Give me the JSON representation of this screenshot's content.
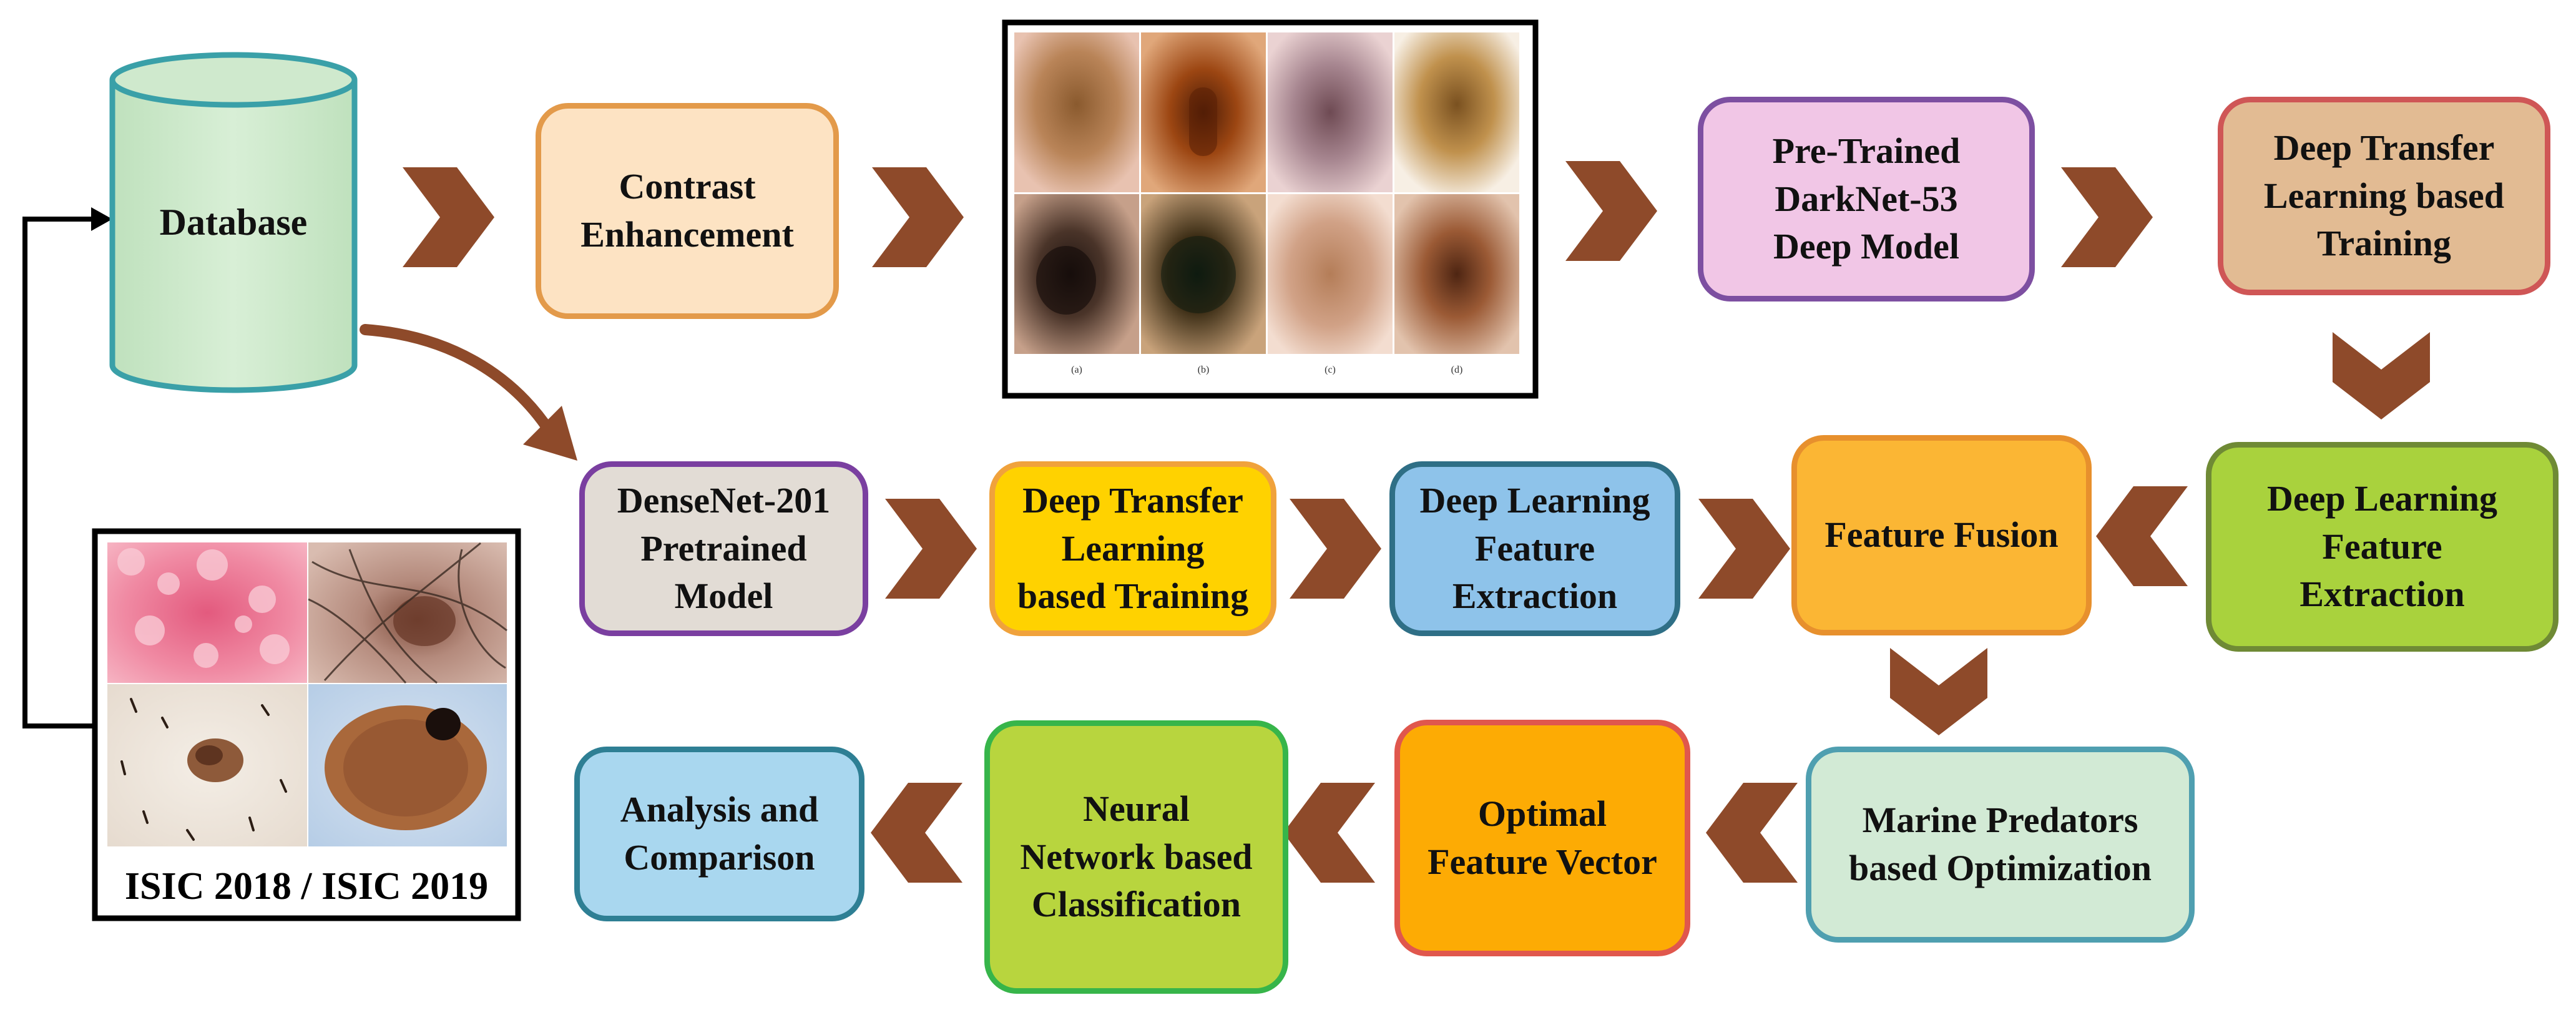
{
  "colors": {
    "arrow": "#8e4a2a",
    "line": "#000000"
  },
  "database": {
    "label": "Database",
    "fill": "#cfe9cd",
    "stroke": "#3aa0a8"
  },
  "dataset_caption": "ISIC 2018 / ISIC 2019",
  "sample_sublabels": [
    "(a)",
    "(b)",
    "(c)",
    "(d)"
  ],
  "boxes": {
    "contrast_enhancement": {
      "label": "Contrast\nEnhancement",
      "fill": "#fde3c3",
      "stroke": "#e39a4a"
    },
    "darknet53": {
      "label": "Pre-Trained\nDarkNet-53\nDeep Model",
      "fill": "#f1c6e6",
      "stroke": "#7d4fa1"
    },
    "transfer_training_top": {
      "label": "Deep Transfer\nLearning based\nTraining",
      "fill": "#e2bb93",
      "stroke": "#cf5656"
    },
    "feature_extraction_right": {
      "label": "Deep Learning\nFeature\nExtraction",
      "fill": "#a9d23d",
      "stroke": "#6f8a35"
    },
    "feature_fusion": {
      "label": "Feature Fusion",
      "fill": "#fbb634",
      "stroke": "#e7902d"
    },
    "densenet201": {
      "label": "DenseNet-201\nPretrained\nModel",
      "fill": "#e2dcd5",
      "stroke": "#7a3fa0"
    },
    "transfer_training_mid": {
      "label": "Deep Transfer\nLearning\nbased Training",
      "fill": "#ffd200",
      "stroke": "#f0a23c"
    },
    "feature_extraction_mid": {
      "label": "Deep Learning\nFeature\nExtraction",
      "fill": "#8ec3ea",
      "stroke": "#2f6f86"
    },
    "marine_predators": {
      "label": "Marine Predators\nbased Optimization",
      "fill": "#d2ead5",
      "stroke": "#4f9fb0"
    },
    "optimal_vector": {
      "label": "Optimal\nFeature Vector",
      "fill": "#fdab04",
      "stroke": "#e0574d"
    },
    "nn_classification": {
      "label": "Neural\nNetwork based\nClassification",
      "fill": "#b8d53e",
      "stroke": "#37b54a"
    },
    "analysis": {
      "label": "Analysis and\nComparison",
      "fill": "#a9d7ef",
      "stroke": "#2e7f94"
    }
  }
}
